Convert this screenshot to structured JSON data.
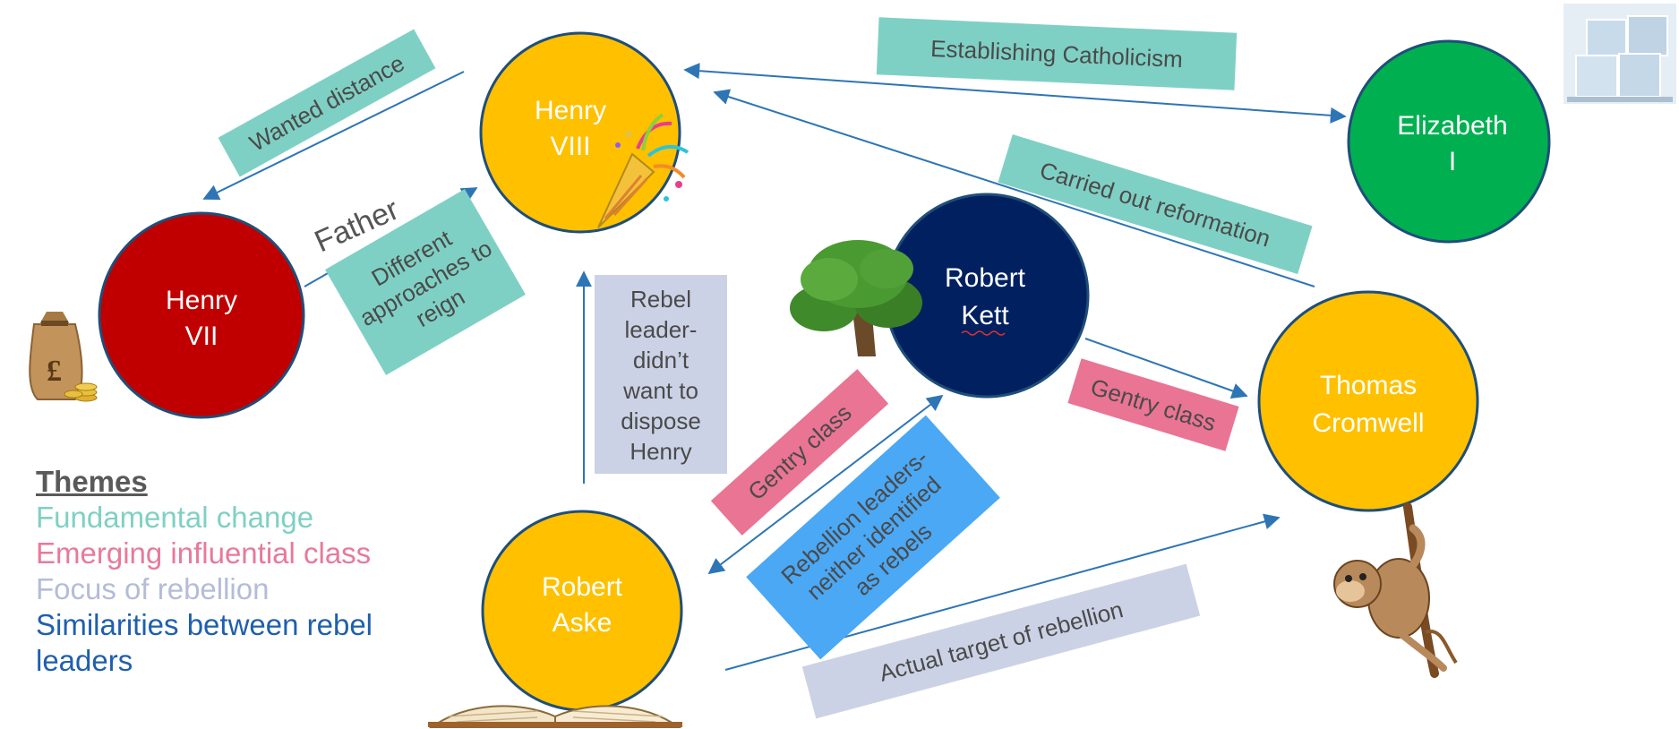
{
  "nodes": {
    "henry7": {
      "line1": "Henry",
      "line2": "VII",
      "color": "#c00000"
    },
    "henry8": {
      "line1": "Henry",
      "line2": "VIII",
      "color": "#ffc000"
    },
    "elizabeth": {
      "line1": "Elizabeth",
      "line2": "I",
      "color": "#00b050"
    },
    "kett": {
      "line1": "Robert",
      "line2": "Kett",
      "color": "#002060"
    },
    "cromwell": {
      "line1": "Thomas",
      "line2": "Cromwell",
      "color": "#ffc000"
    },
    "aske": {
      "line1": "Robert",
      "line2": "Aske",
      "color": "#ffc000"
    }
  },
  "labels": {
    "wanted_distance": "Wanted distance",
    "father": "Father",
    "different_approaches": [
      "Different",
      "approaches to",
      "reign"
    ],
    "establishing_catholicism": "Establishing Catholicism",
    "carried_out_reformation": "Carried out reformation",
    "rebel_leader": [
      "Rebel",
      "leader-",
      "didn’t",
      "want to",
      "dispose",
      "Henry"
    ],
    "gentry_class_left": "Gentry class",
    "gentry_class_right": "Gentry class",
    "rebellion_leaders": [
      "Rebellion leaders-",
      "neither identified",
      "as rebels"
    ],
    "actual_target": "Actual target of rebellion"
  },
  "themes": {
    "title": "Themes",
    "items": [
      {
        "text": "Fundamental  change",
        "color": "#7fd0c4"
      },
      {
        "text": "Emerging  influential class",
        "color": "#e8799b"
      },
      {
        "text": "Focus of rebellion",
        "color": "#b4bcd8"
      },
      {
        "text": "Similarities between rebel leaders",
        "color": "#1f5fae"
      }
    ]
  },
  "colors": {
    "teal_box": "#7fd0c4",
    "pink_box": "#ea7493",
    "lavender_box": "#ccd2e6",
    "blue_box": "#4aa8f5",
    "arrow": "#2e75b6",
    "circle_border": "#1f4e79"
  },
  "icons": [
    "money-bag-icon",
    "party-popper-icon",
    "ice-cubes-icon",
    "tree-icon",
    "monkey-icon",
    "open-book-icon"
  ]
}
